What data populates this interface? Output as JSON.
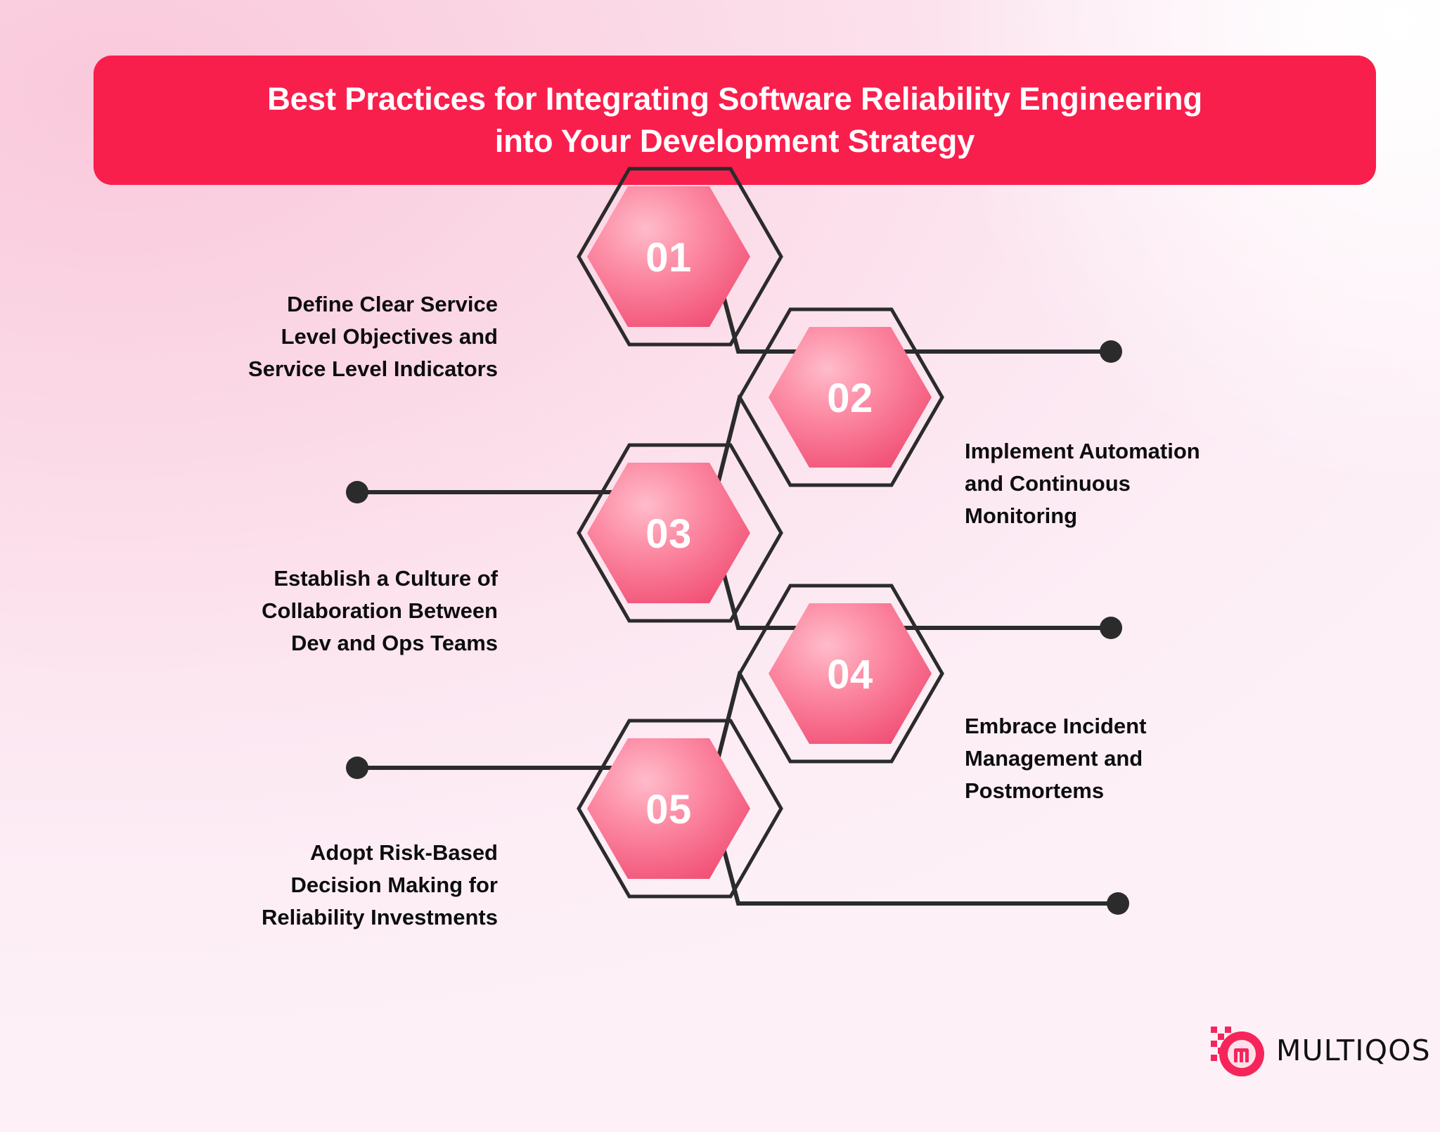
{
  "title": {
    "text": "Best Practices for Integrating Software Reliability Engineering\ninto Your Development Strategy",
    "banner_color": "#F91F4D",
    "text_color": "#FFFFFF"
  },
  "theme": {
    "background_top_left": "#F9CADC",
    "background_bottom_left": "#FAE8F2",
    "background_bottom_right": "#FACDDC",
    "background_top_right_glow": "#FFFFFF",
    "hex_outline_color": "#2B2B2B",
    "hex_fill_start": "#FFA3B8",
    "hex_fill_end": "#F5486F",
    "connector_color": "#2B2B2B",
    "label_color": "#0D0D0D"
  },
  "steps": [
    {
      "number": "01",
      "label": "Define Clear Service\nLevel Objectives and\nService Level Indicators",
      "side": "left"
    },
    {
      "number": "02",
      "label": "Implement Automation\nand Continuous\nMonitoring",
      "side": "right"
    },
    {
      "number": "03",
      "label": "Establish a Culture of\nCollaboration Between\nDev and Ops Teams",
      "side": "left"
    },
    {
      "number": "04",
      "label": "Embrace Incident\nManagement and\nPostmortems",
      "side": "right"
    },
    {
      "number": "05",
      "label": "Adopt Risk-Based\nDecision Making for\nReliability Investments",
      "side": "left"
    }
  ],
  "logo": {
    "wordmark": "MULTIQOS",
    "mark_color": "#F5255B",
    "mark_inner_color": "#FFE3EC"
  }
}
